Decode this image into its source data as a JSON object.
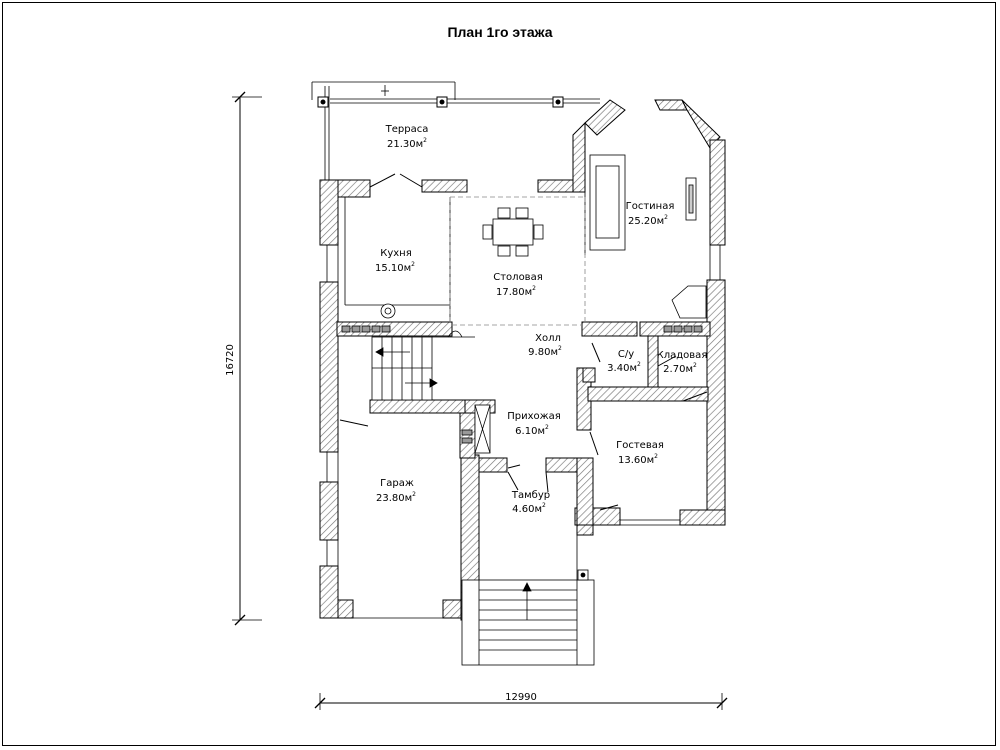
{
  "title": "План 1го этажа",
  "dimensions": {
    "height": "16720",
    "width": "12990"
  },
  "rooms": [
    {
      "id": "terrace",
      "name": "Терраса",
      "area": "21.30м"
    },
    {
      "id": "living",
      "name": "Гостиная",
      "area": "25.20м"
    },
    {
      "id": "kitchen",
      "name": "Кухня",
      "area": "15.10м"
    },
    {
      "id": "dining",
      "name": "Столовая",
      "area": "17.80м"
    },
    {
      "id": "hall",
      "name": "Холл",
      "area": "9.80м"
    },
    {
      "id": "wc",
      "name": "С/у",
      "area": "3.40м"
    },
    {
      "id": "storage",
      "name": "Кладовая",
      "area": "2.70м"
    },
    {
      "id": "entry",
      "name": "Прихожая",
      "area": "6.10м"
    },
    {
      "id": "guest",
      "name": "Гостевая",
      "area": "13.60м"
    },
    {
      "id": "garage",
      "name": "Гараж",
      "area": "23.80м"
    },
    {
      "id": "vestibule",
      "name": "Тамбур",
      "area": "4.60м"
    }
  ],
  "area_unit_exponent": "2"
}
